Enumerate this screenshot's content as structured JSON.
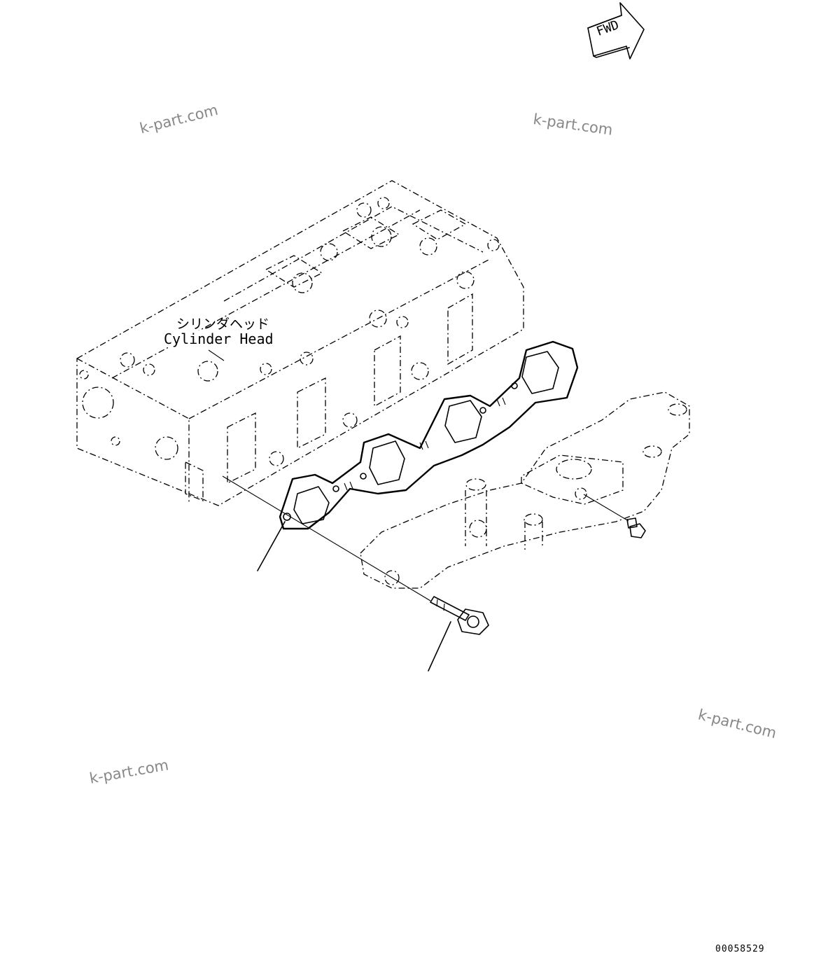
{
  "fwd_arrow": {
    "label": "FWD"
  },
  "watermarks": [
    "k-part.com",
    "k-part.com",
    "k-part.com",
    "k-part.com"
  ],
  "cylinder_head_label": {
    "jp": "シリンダヘッド",
    "en": "Cylinder Head"
  },
  "doc_number": "00058529",
  "parts": [
    {
      "name": "cylinder-head",
      "icon": "cylinder-head-icon"
    },
    {
      "name": "exhaust-manifold-gasket",
      "icon": "gasket-icon"
    },
    {
      "name": "exhaust-manifold",
      "icon": "manifold-icon"
    },
    {
      "name": "flange-bolt",
      "icon": "bolt-icon"
    },
    {
      "name": "stud-plug",
      "icon": "plug-icon"
    }
  ]
}
